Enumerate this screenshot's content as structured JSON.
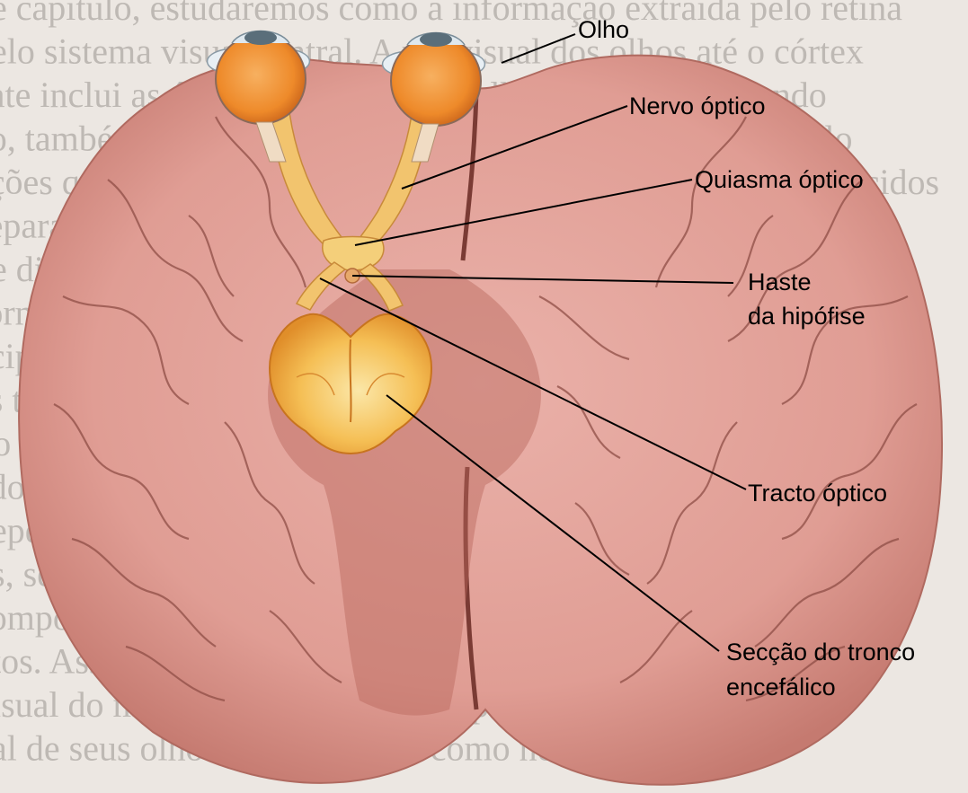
{
  "figure": {
    "labels": {
      "eye": "Olho",
      "optic_nerve": "Nervo óptico",
      "optic_chiasm": "Quiasma óptico",
      "pituitary_stalk_line1": "Haste",
      "pituitary_stalk_line2": "da hipófise",
      "optic_tract": "Tracto óptico",
      "brainstem_section_line1": "Secção do tronco",
      "brainstem_section_line2": "encefálico"
    },
    "colors": {
      "brain": "#e6a59c",
      "brain_shadow": "#c57a70",
      "sulci": "#8f4e46",
      "eye": "#f08a2a",
      "nerve": "#f2c46e",
      "brainstem": "#f5b040",
      "page_background": "#ece7e2",
      "label_text": "#000000"
    },
    "background_text_lines": [
      "ne capítulo, estudaremos como a informação extraída pelo retina",
      "pelo sistema visual central. A via visual dos olhos até o córtex",
      "eate inclui as áreas vizinhadas aos olhos e o tronco, quando",
      "ão, também chamado de via retinogeniculocortical, o modelo",
      "ações que chegam por vias paralelas, cujos feixes são reconhecidos",
      "separados (paralelos) que fazem diferentes informações visuais",
      "de diferentes atributos do estímulo — cor, forma, movimento",
      "formas, parte mais importante dessa informação é",
      "ccipital, temporal e parietal, nos quais são feitos outros",
      "es tipos de análise do estímulo visual.",
      "tto daquilo que sabemos sobre as vias visuais centrais",
      "ado em gatos domésticos e em macacos, espécies que",
      "depende principalmente da visão para sobreviver. Em muitos",
      "ós, seres humanos, também somos dependentes da visão",
      "comportamento e isso é sustentado pelo cérebro de primatas",
      "ntos. Assim, embora a maioria das espécies tenha visão",
      "visual do macaco, a maioria das espécies que estudamos",
      "ual de seus olhos para entender como nosso cérebro vê"
    ]
  }
}
